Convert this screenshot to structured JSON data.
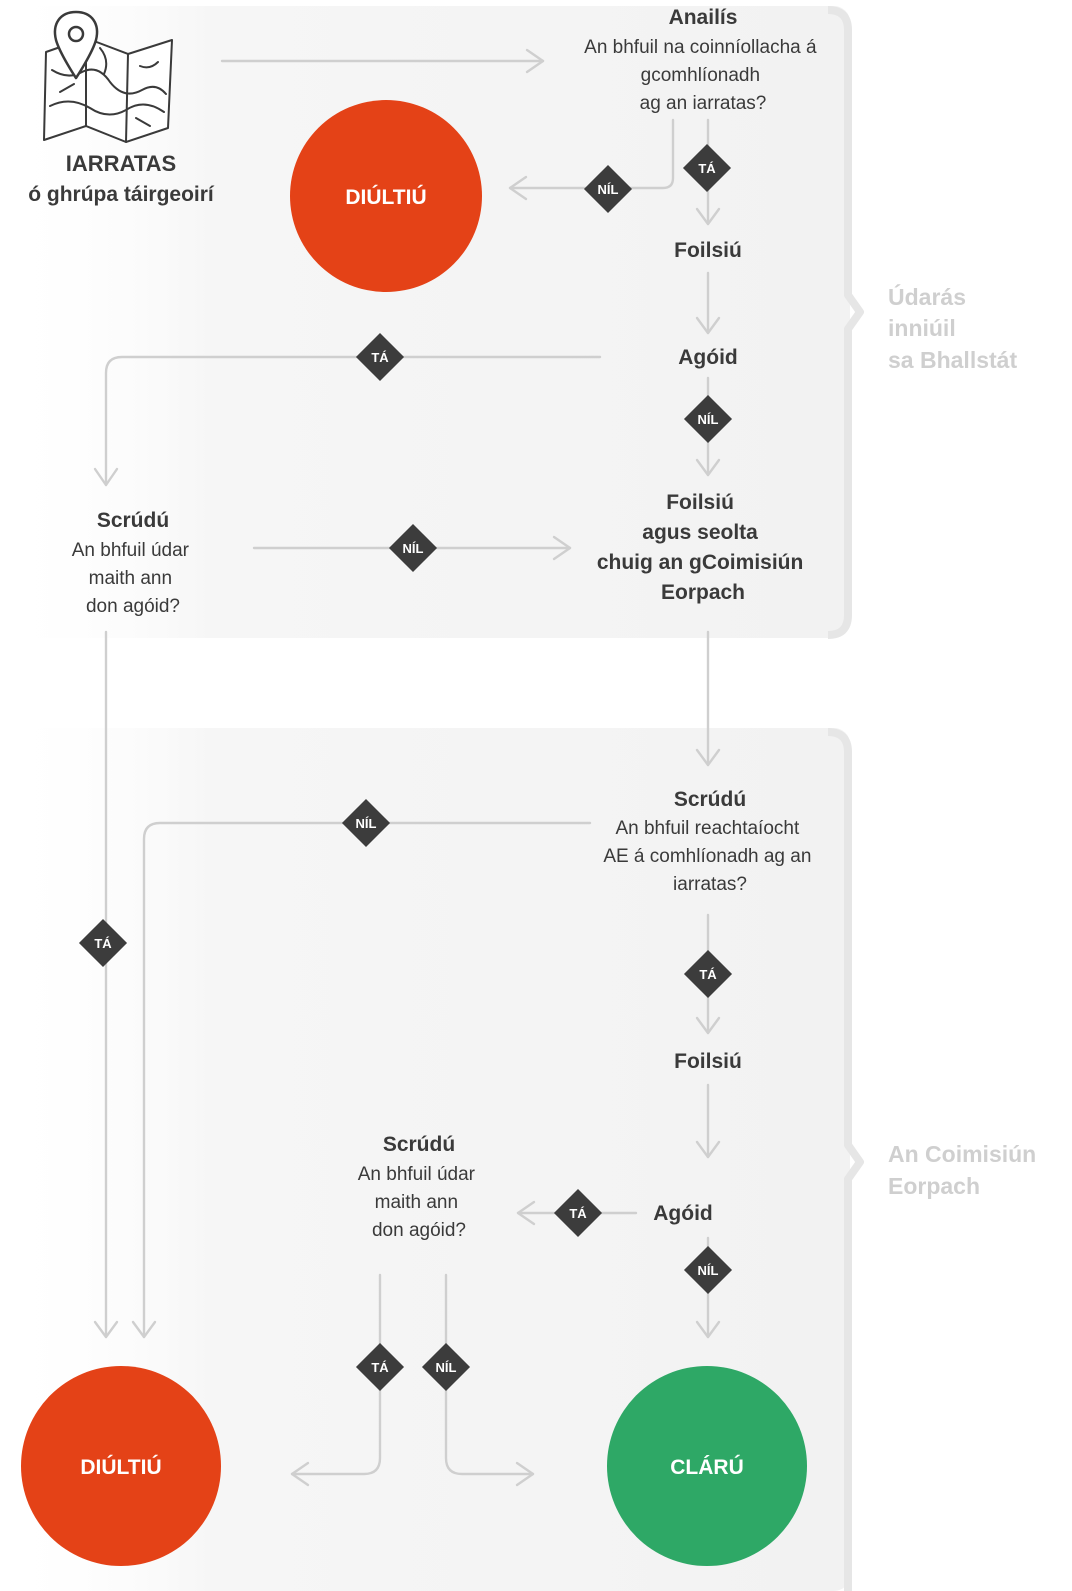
{
  "colors": {
    "reject": "#e44217",
    "register": "#2ea866",
    "diamond": "#3c3c3c",
    "connector": "#cfcfcf",
    "band": "#f4f4f4",
    "band_label": "#cfcfcf"
  },
  "icons": {
    "application": "map-with-location-pin-icon"
  },
  "application": {
    "line1": "IARRATAS",
    "line2": "ó ghrúpa táirgeoirí"
  },
  "band1": {
    "label_lines": [
      "Údarás",
      "inniúil",
      "sa Bhallstát"
    ]
  },
  "band2": {
    "label_lines": [
      "An Coimisiún",
      "Eorpach"
    ]
  },
  "analysis": {
    "title": "Anailís",
    "lines": [
      "An bhfuil na coinníollacha á",
      "gcomhlíonadh",
      "ag an iarratas?"
    ]
  },
  "reject_top": "DIÚLTIÚ",
  "publication_1": "Foilsiú",
  "objection_1": "Agóid",
  "review_1": {
    "title": "Scrúdú",
    "lines": [
      "An bhfuil údar",
      "maith ann",
      "don agóid?"
    ]
  },
  "publish_send": {
    "lines": [
      "Foilsiú",
      "agus seolta",
      "chuig an gCoimisiún",
      "Eorpach"
    ]
  },
  "review_2": {
    "title": "Scrúdú",
    "lines": [
      "An bhfuil reachtaíocht",
      "AE á comhlíonadh ag an",
      "iarratas?"
    ]
  },
  "publication_2": "Foilsiú",
  "objection_2": "Agóid",
  "review_3": {
    "title": "Scrúdú",
    "lines": [
      "An bhfuil údar",
      "maith ann",
      "don agóid?"
    ]
  },
  "reject_bottom": "DIÚLTIÚ",
  "register": "CLÁRÚ",
  "decisions": {
    "yes": "TÁ",
    "no": "NÍL"
  }
}
